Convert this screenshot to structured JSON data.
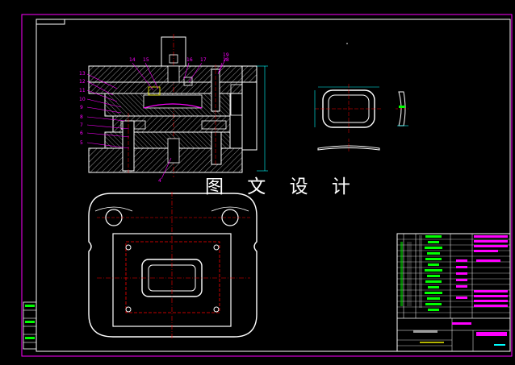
{
  "watermark": "图 文 设 计",
  "colors": {
    "background": "#000000",
    "frame": "#ff00ff",
    "part": "#ffffff",
    "leader": "#ff00ff",
    "centerline": "#ff0000",
    "dimension": "#00ffff",
    "table_fill": "#00ff00",
    "hidden": "#ffff00"
  },
  "main_view": {
    "callouts_left": [
      "13",
      "12",
      "11",
      "10",
      "9",
      "8",
      "7",
      "6",
      "5"
    ],
    "callouts_top": [
      "14",
      "15",
      "16",
      "17",
      "18",
      "19"
    ],
    "callout_bottom": "4"
  },
  "icons": [
    "press-tool-section-icon",
    "part-top-view-icon",
    "part-side-view-icon",
    "die-plan-view-icon"
  ]
}
